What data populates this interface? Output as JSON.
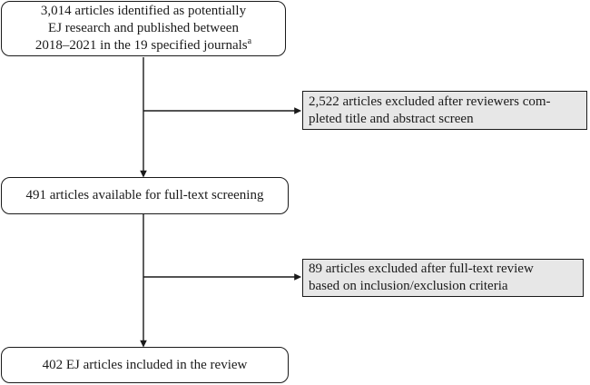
{
  "figure": {
    "type": "flow-diagram",
    "nodes": {
      "identified": {
        "lines": [
          "3,014 articles identified as potentially",
          "EJ research and published between",
          "2018–2021 in the 19 specified journals"
        ],
        "footnote_marker": "a"
      },
      "excluded_screen": {
        "lines": [
          "2,522 articles excluded after reviewers com-",
          "pleted title and abstract screen"
        ]
      },
      "fulltext": {
        "lines": [
          "491 articles available for full-text screening"
        ]
      },
      "excluded_fulltext": {
        "lines": [
          "89 articles excluded after full-text review",
          "based on inclusion/exclusion criteria"
        ]
      },
      "included": {
        "lines": [
          "402 EJ articles included in the review"
        ]
      }
    },
    "colors": {
      "line": "#1a1a1a",
      "text": "#1b1b1b",
      "background": "#ffffff",
      "process_fill": "#ffffff",
      "excluded_fill": "#e7e7e7"
    }
  }
}
